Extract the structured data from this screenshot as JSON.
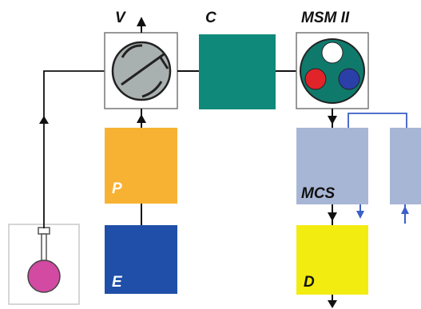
{
  "labels": {
    "valve": "V",
    "column": "C",
    "selector": "MSM II",
    "pump": "P",
    "eluent": "E",
    "suppressor": "MCS",
    "detector": "D"
  },
  "colors": {
    "line": "#111111",
    "regen_line": "#3a5fc8",
    "valve_fill": "#a9b0b0",
    "column": "#0f8a7a",
    "selector_body": "#0f7a6c",
    "selector_white": "#ffffff",
    "selector_red": "#e0242a",
    "selector_blue": "#2b3fa8",
    "pump": "#f7b233",
    "eluent": "#1f4fa8",
    "suppressor": "#a8b6d6",
    "detector": "#f2ec10",
    "sample_bulb": "#d24aa2"
  },
  "icons": {
    "valve": "six-port-valve-icon",
    "selector": "rotor-selector-icon",
    "sample": "sample-flask-icon"
  }
}
